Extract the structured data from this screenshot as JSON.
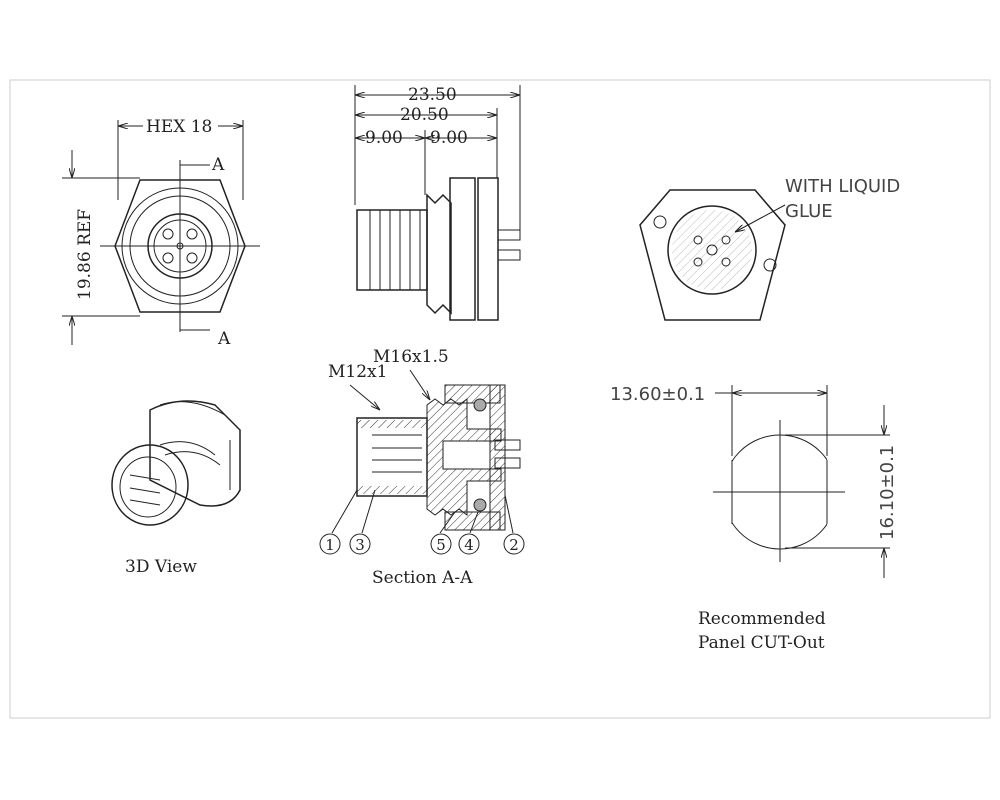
{
  "front_view": {
    "hex_label": "HEX 18",
    "height_label": "19.86 REF",
    "section_mark_top": "A",
    "section_mark_bottom": "A"
  },
  "side_view": {
    "dim_overall": "23.50",
    "dim_body": "20.50",
    "dim_left": "9.00",
    "dim_right": "9.00"
  },
  "rear_view": {
    "note_line1": "WITH LIQUID",
    "note_line2": "GLUE"
  },
  "view_3d": {
    "caption": "3D View"
  },
  "section": {
    "thread_small": "M12x1",
    "thread_large": "M16x1.5",
    "callouts": [
      "1",
      "3",
      "5",
      "4",
      "2"
    ],
    "caption": "Section A-A"
  },
  "cutout": {
    "width_label": "13.60±0.1",
    "height_label": "16.10±0.1",
    "caption_line1": "Recommended",
    "caption_line2": "Panel CUT-Out"
  }
}
